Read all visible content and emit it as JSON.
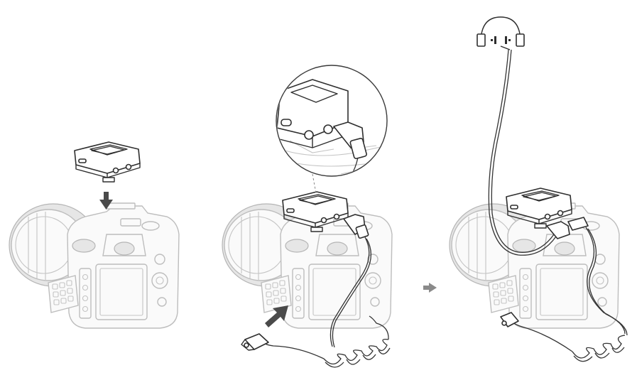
{
  "diagram": {
    "steps": [
      {
        "id": 1,
        "depicts": "receiver-mounting-on-camera-hotshoe"
      },
      {
        "id": 2,
        "depicts": "cable-connecting-receiver-output-to-camera-mic-input"
      },
      {
        "id": 3,
        "depicts": "headphones-connected-for-monitoring"
      }
    ],
    "icons": {
      "down_arrow": "arrow-down-icon",
      "insert_arrow": "arrow-diagonal-icon",
      "next_arrow": "arrow-right-icon",
      "headphones": "headphones-icon"
    },
    "colors": {
      "camera_outline": "#bdbdbd",
      "device_outline": "#2e2e2e",
      "arrow": "#4a4a4a"
    }
  }
}
